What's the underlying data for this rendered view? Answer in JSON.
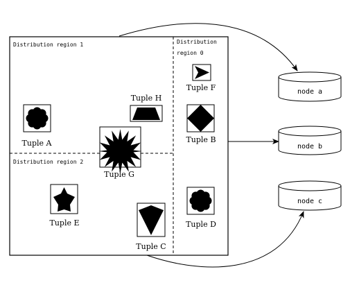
{
  "regions": {
    "region1": "Distribution region 1",
    "region0_line1": "Distribution",
    "region0_line2": "region 0",
    "region2": "Distribution region 2"
  },
  "tuples": {
    "a": "Tuple A",
    "b": "Tuple B",
    "c": "Tuple C",
    "d": "Tuple D",
    "e": "Tuple E",
    "f": "Tuple F",
    "g": "Tuple G",
    "h": "Tuple H"
  },
  "nodes": {
    "a": "node a",
    "b": "node b",
    "c": "node c"
  }
}
